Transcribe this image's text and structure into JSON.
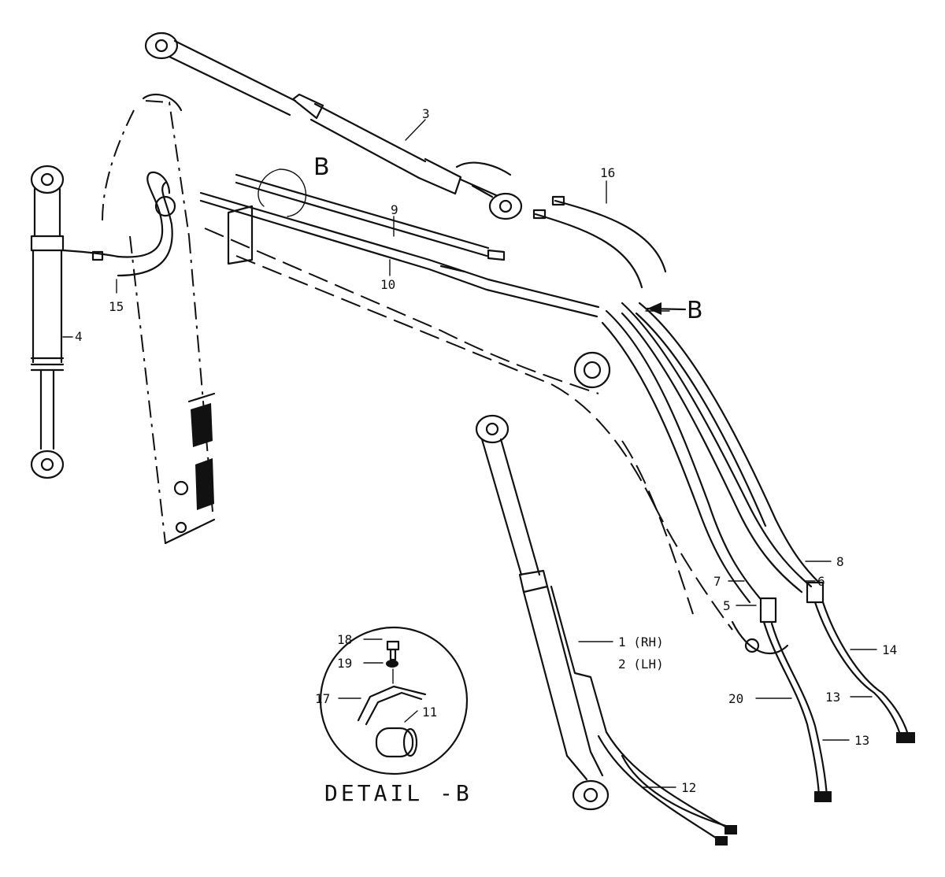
{
  "callouts": {
    "c1": "1 (RH)",
    "c2": "2 (LH)",
    "c3": "3",
    "c4": "4",
    "c5": "5",
    "c6": "6",
    "c7": "7",
    "c8": "8",
    "c9": "9",
    "c10": "10",
    "c11": "11",
    "c12": "12",
    "c13a": "13",
    "c13b": "13",
    "c14": "14",
    "c15": "15",
    "c16": "16",
    "c17": "17",
    "c18": "18",
    "c19": "19",
    "c20": "20"
  },
  "section_marks": {
    "b_circle": "B",
    "b_arrow": "B"
  },
  "detail_title": "DETAIL -B"
}
